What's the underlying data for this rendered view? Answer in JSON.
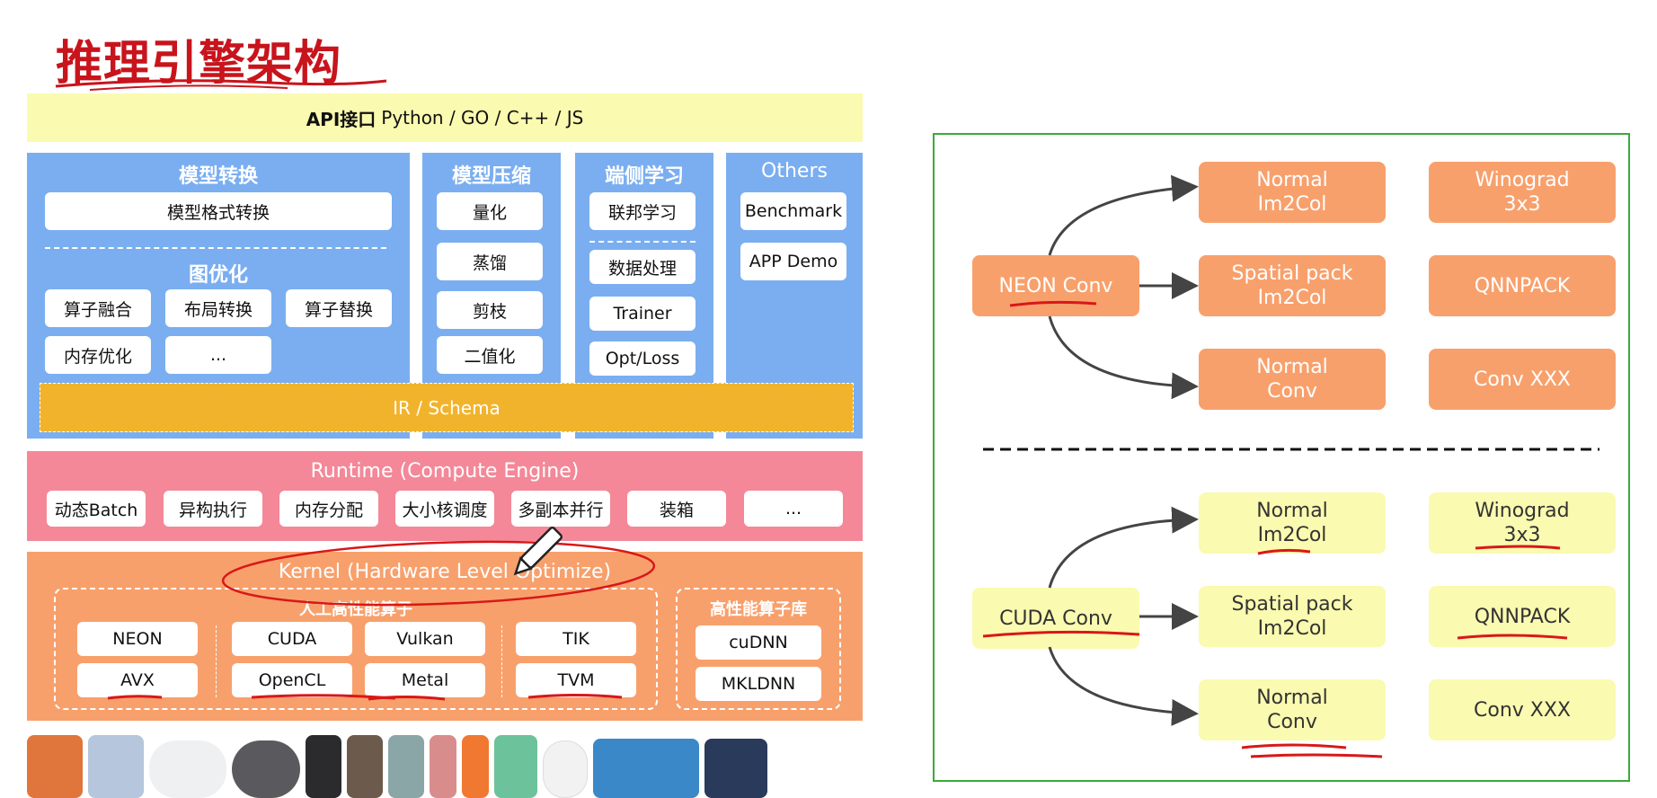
{
  "title": "推理引擎架构",
  "api": {
    "label": "API接口",
    "languages": "Python / GO / C++ / JS"
  },
  "model_conversion": {
    "header": "模型转换",
    "format_conversion": "模型格式转换",
    "graph_opt_header": "图优化",
    "items": [
      "算子融合",
      "布局转换",
      "算子替换",
      "内存优化",
      "..."
    ]
  },
  "model_compression": {
    "header": "模型压缩",
    "items": [
      "量化",
      "蒸馏",
      "剪枝",
      "二值化"
    ]
  },
  "edge_learning": {
    "header": "端侧学习",
    "items": [
      "联邦学习",
      "数据处理",
      "Trainer",
      "Opt/Loss"
    ]
  },
  "others": {
    "header": "Others",
    "items": [
      "Benchmark",
      "APP Demo"
    ]
  },
  "ir_schema": "IR / Schema",
  "runtime": {
    "header": "Runtime (Compute Engine)",
    "items": [
      "动态Batch",
      "异构执行",
      "内存分配",
      "大小核调度",
      "多副本并行",
      "装箱",
      "..."
    ]
  },
  "kernel": {
    "header": "Kernel (Hardware Level Optimize)",
    "manual_header": "人工高性能算子",
    "manual_items": [
      "NEON",
      "AVX",
      "CUDA",
      "OpenCL",
      "Vulkan",
      "Metal",
      "TIK",
      "TVM"
    ],
    "library_header": "高性能算子库",
    "library_items": [
      "cuDNN",
      "MKLDNN"
    ]
  },
  "right_diagram": {
    "neon": {
      "source": "NEON Conv",
      "targets": [
        "Normal\nIm2Col",
        "Spatial pack\nIm2Col",
        "Normal\nConv"
      ],
      "extras": [
        "Winograd\n3x3",
        "QNNPACK",
        "Conv XXX"
      ]
    },
    "cuda": {
      "source": "CUDA Conv",
      "targets": [
        "Normal\nIm2Col",
        "Spatial pack\nIm2Col",
        "Normal\nConv"
      ],
      "extras": [
        "Winograd\n3x3",
        "QNNPACK",
        "Conv XXX"
      ]
    }
  },
  "colors": {
    "title": "#c8141c",
    "api_bg": "#fafab0",
    "blue_panel": "#7aaef0",
    "ir_bg": "#f2b32c",
    "runtime_bg": "#f48898",
    "kernel_bg": "#f8a06c",
    "frame": "#3aaa3a",
    "orange_node": "#f8a06c",
    "yellow_node": "#fafab0",
    "annotation": "#d81818"
  },
  "device_icons": [
    "phone-icon",
    "phone-icon",
    "earbuds-icon",
    "earbuds-icon",
    "watch-icon",
    "watch-icon",
    "watch-icon",
    "band-icon",
    "band-icon",
    "band-icon",
    "speaker-icon",
    "tablet-icon",
    "tablet-icon"
  ]
}
